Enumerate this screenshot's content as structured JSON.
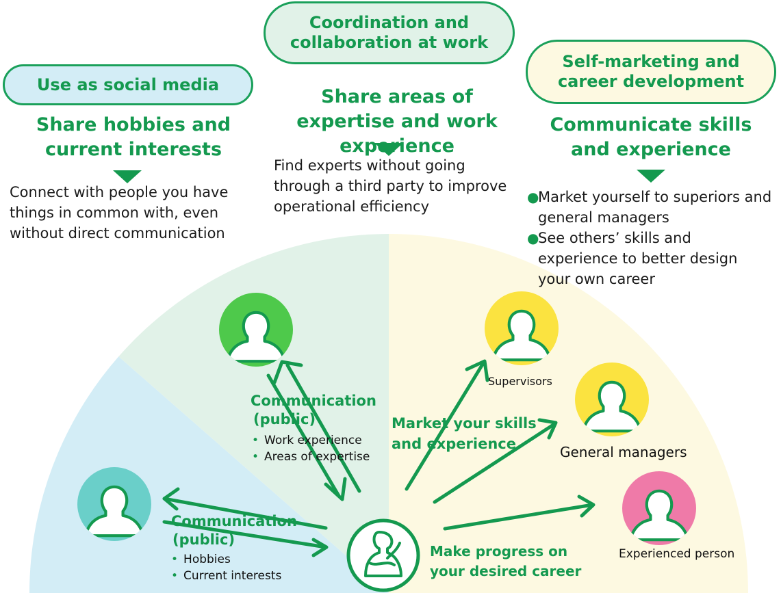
{
  "columns": {
    "social": {
      "pill": "Use as social media",
      "heading": "Share hobbies and current interests",
      "description": "Connect with people you have things in common with, even without direct communication"
    },
    "coordination": {
      "pill": "Coordination and collaboration at work",
      "heading": "Share areas of expertise and work experience",
      "description": "Find experts without going through a third party to improve operational efficiency"
    },
    "marketing": {
      "pill": "Self-marketing and career development",
      "heading": "Communicate skills and experience",
      "bullets": [
        "Market yourself to superiors and general managers",
        "See others’ skills and experience to better design your own career"
      ]
    }
  },
  "diagram": {
    "comm_work": {
      "title": "Communication",
      "subtitle": "(public)",
      "items": [
        "Work experience",
        "Areas of expertise"
      ]
    },
    "comm_hobby": {
      "title": "Communication",
      "subtitle": "(public)",
      "items": [
        "Hobbies",
        "Current interests"
      ]
    },
    "market_label": "Market your skills and experience",
    "progress_label": "Make progress on your desired career",
    "roles": {
      "supervisors": "Supervisors",
      "general_managers": "General managers",
      "experienced": "Experienced person"
    }
  },
  "colors": {
    "green": "#14994f",
    "sector_blue": "#d3edf6",
    "sector_green": "#e1f2e8",
    "sector_yellow": "#fdf9e1",
    "avatar_teal": "#6acfc9",
    "avatar_green": "#4ec94b",
    "avatar_yellow": "#fbe340",
    "avatar_pink": "#ef7aa8"
  }
}
